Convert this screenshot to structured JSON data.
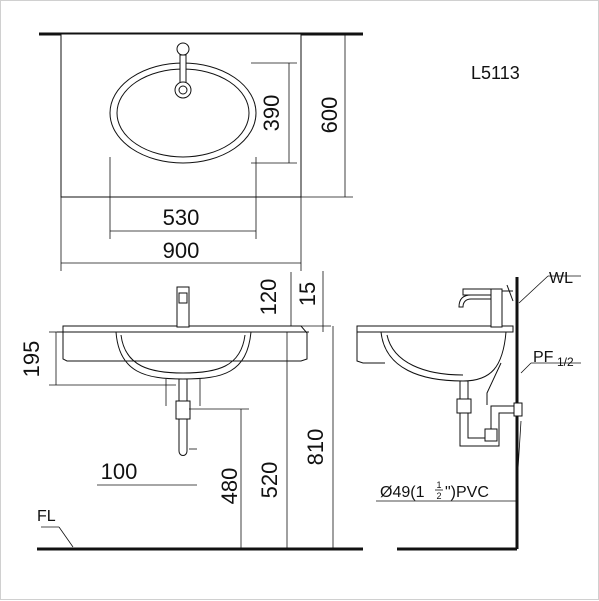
{
  "model": "L5113",
  "top_view": {
    "dim_inner_width": "530",
    "dim_total_width": "900",
    "dim_basin_depth": "390",
    "dim_total_depth": "600"
  },
  "front_view": {
    "dim_120": "120",
    "dim_15": "15",
    "dim_195": "195",
    "dim_100": "100",
    "dim_480": "480",
    "dim_520": "520",
    "dim_810": "810",
    "floor_label": "FL"
  },
  "side_view": {
    "wall_label": "WL",
    "supply_label": "PF",
    "supply_size": "1/2",
    "pipe_prefix": "Ø49(1",
    "pipe_frac_num": "1",
    "pipe_frac_den": "2",
    "pipe_suffix": "\")PVC"
  }
}
